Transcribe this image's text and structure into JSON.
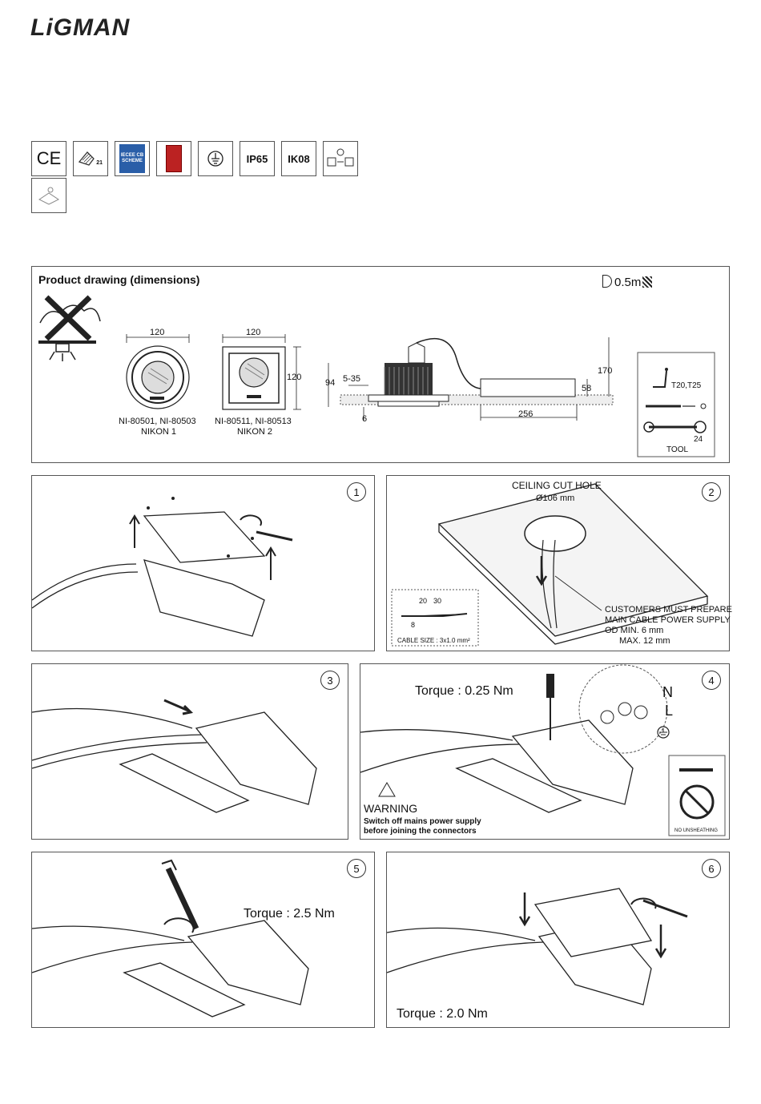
{
  "brand": "LiGMAN",
  "certifications": [
    {
      "name": "ce-mark",
      "label": "CE"
    },
    {
      "name": "flammability-mark",
      "label": "21"
    },
    {
      "name": "iecee-cb-scheme",
      "label": "IECEE CB SCHEME"
    },
    {
      "name": "intertek-mark",
      "label": ""
    },
    {
      "name": "earth-ground-mark",
      "label": ""
    },
    {
      "name": "ip-rating",
      "label": "IP65"
    },
    {
      "name": "ik-rating",
      "label": "IK08"
    },
    {
      "name": "voltage-compat-mark",
      "label": ""
    },
    {
      "name": "connector-mark",
      "label": ""
    }
  ],
  "product_drawing": {
    "title": "Product drawing (dimensions)",
    "distance_note": "0.5m",
    "nikon1": {
      "width": "120",
      "models": "NI-80501, NI-80503",
      "name": "NIKON 1"
    },
    "nikon2": {
      "width": "120",
      "height": "120",
      "models": "NI-80511, NI-80513",
      "name": "NIKON 2"
    },
    "side": {
      "d94": "94",
      "d535": "5-35",
      "d6": "6",
      "d170": "170",
      "d58": "58",
      "d256": "256"
    },
    "tools": {
      "torx": "T20,T25",
      "wrench": "24",
      "caption": "TOOL"
    }
  },
  "steps": [
    {
      "num": "1"
    },
    {
      "num": "2",
      "ceiling_cut_hole": "CEILING CUT HOLE",
      "hole_diameter": "Ø106 mm",
      "cable_dim1": "20",
      "cable_dim2": "30",
      "cable_dim3": "8",
      "cable_size": "CABLE SIZE : 3x1.0 mm²",
      "customer_note": [
        "CUSTOMERS MUST PREPARE",
        "MAIN CABLE POWER SUPPLY",
        "OD MIN. 6 mm",
        "MAX. 12 mm"
      ]
    },
    {
      "num": "3"
    },
    {
      "num": "4",
      "torque": "Torque : 0.25 Nm",
      "n": "N",
      "l": "L",
      "warning": "WARNING",
      "warning_text": [
        "Switch off mains power supply",
        "before joining the connectors"
      ],
      "no_unsheathing": "NO UNSHEATHING"
    },
    {
      "num": "5",
      "torque": "Torque : 2.5 Nm"
    },
    {
      "num": "6",
      "torque": "Torque : 2.0 Nm"
    }
  ]
}
